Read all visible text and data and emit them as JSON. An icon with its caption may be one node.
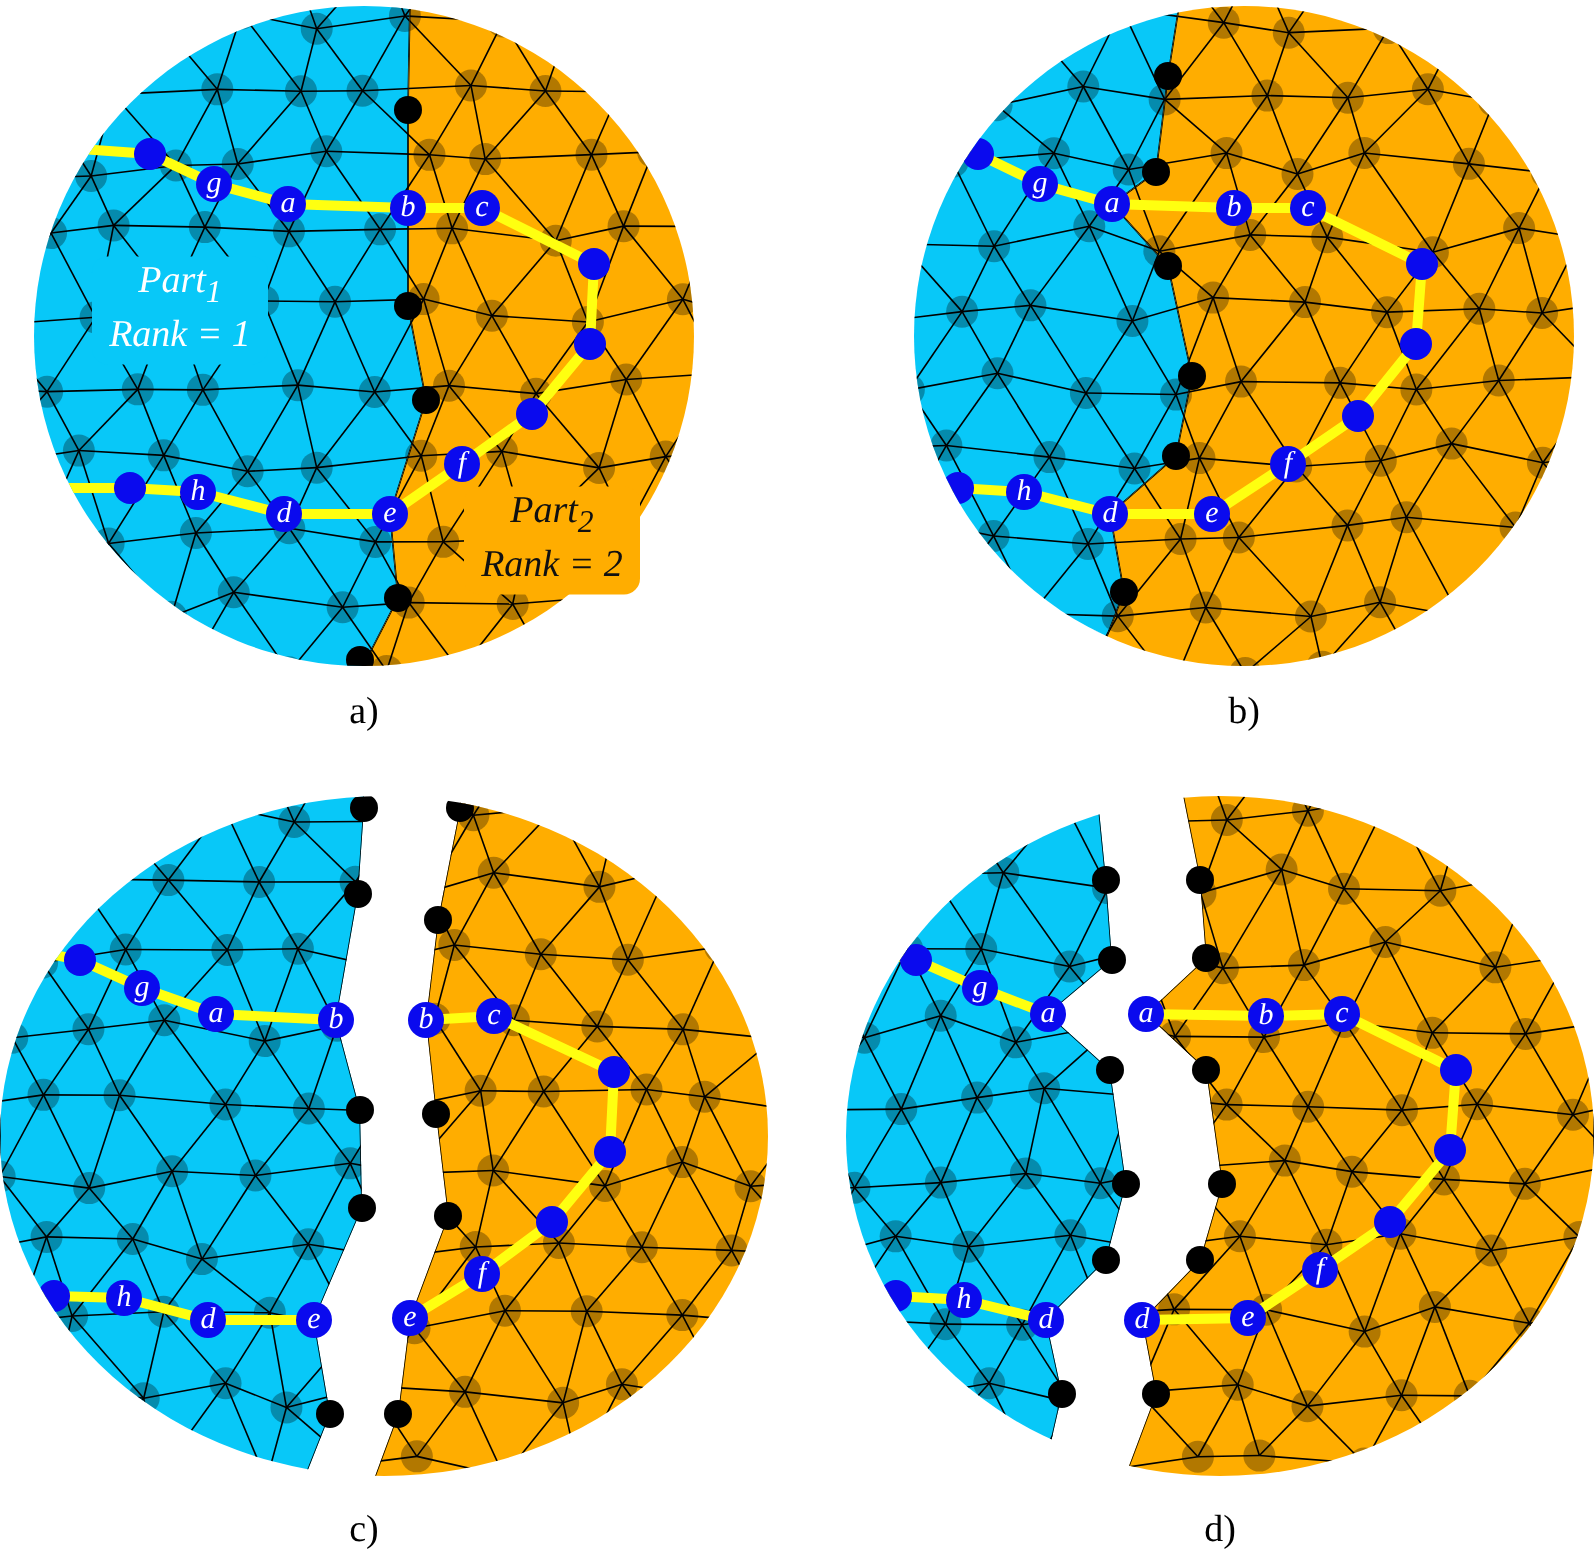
{
  "diagram": {
    "labels": [
      "g",
      "a",
      "b",
      "c",
      "Part$_{1}$ Rank = 1",
      "f",
      "h",
      "d",
      "e",
      "Part$_{2}$ Rank = 2",
      "a)",
      "g",
      "a",
      "b",
      "c",
      "h",
      "d",
      "e",
      "f",
      "b)",
      "g",
      "a",
      "b",
      "b",
      "c",
      "h",
      "d",
      "e",
      "e",
      "f",
      "c)",
      "g",
      "a",
      "a",
      "b",
      "c",
      "h",
      "d",
      "d",
      "e",
      "f",
      "d)"
    ]
  }
}
